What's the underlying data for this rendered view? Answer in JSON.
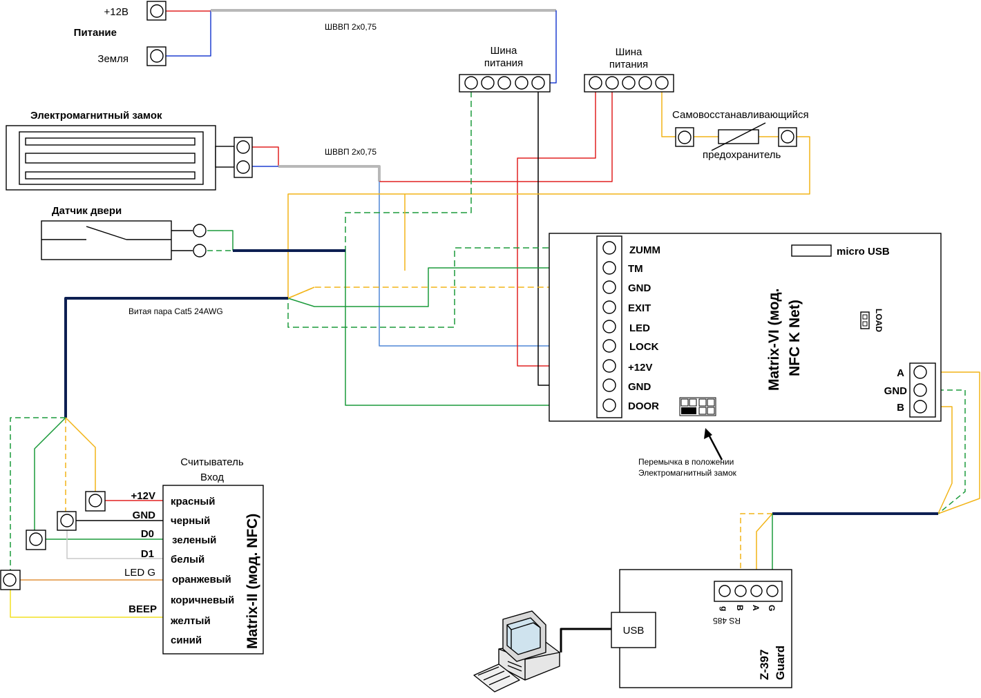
{
  "power": {
    "plus12": "+12В",
    "title": "Питание",
    "ground": "Земля",
    "cable_top": "ШВВП 2х0,75"
  },
  "bus1": {
    "line1": "Шина",
    "line2": "питания"
  },
  "bus2": {
    "line1": "Шина",
    "line2": "питания"
  },
  "lock": {
    "title": "Электромагнитный замок",
    "cable": "ШВВП 2х0,75"
  },
  "fuse": {
    "label_top": "Самовосстанавливающийся",
    "label_bottom": "предохранитель"
  },
  "door_sensor": {
    "title": "Датчик двери"
  },
  "twisted_pair": "Витая пара Cat5 24AWG",
  "controller": {
    "name_line1": "Matrix-VI (мод.",
    "name_line2": "NFC K Net)",
    "micro_usb": "micro USB",
    "load": "LOAD",
    "terminals": [
      "ZUMM",
      "TM",
      "GND",
      "EXIT",
      "LED",
      "LOCK",
      "+12V",
      "GND",
      "DOOR"
    ],
    "rs485": [
      "A",
      "GND",
      "B"
    ]
  },
  "jumper_note": {
    "line1": "Перемычка в положении",
    "line2": "Электромагнитный замок"
  },
  "reader": {
    "title_line1": "Считыватель",
    "title_line2": "Вход",
    "model": "Matrix-II (мод. NFC)",
    "pins": [
      "+12V",
      "GND",
      "D0",
      "D1",
      "LED G",
      "",
      "BEEP",
      ""
    ],
    "wires": [
      "красный",
      "черный",
      "зеленый",
      "белый",
      "оранжевый",
      "коричневый",
      "желтый",
      "синий"
    ]
  },
  "converter": {
    "usb": "USB",
    "name_line1": "Z-397",
    "name_line2": "Guard",
    "pins": [
      "g",
      "B",
      "A",
      "G"
    ],
    "rs485": "RS 485"
  },
  "colors": {
    "red": "#e02020",
    "blue": "#1f3fd0",
    "green": "#1a9a3a",
    "yellow": "#f2b417",
    "orange": "#e0913a",
    "lightblue": "#4f86d6",
    "gray": "#b8b8b8",
    "navy": "#0d1f52",
    "black": "#000000"
  }
}
